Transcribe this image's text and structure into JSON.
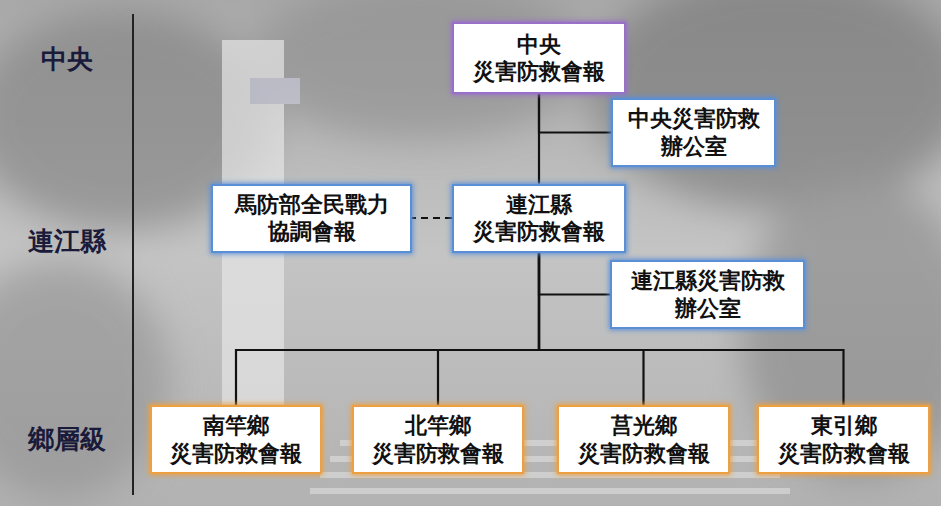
{
  "diagram": {
    "nodes": [
      {
        "text": [
          "中央 災害防救會報"
        ]
      },
      {
        "text": [
          "中央災害防救 辦公室"
        ]
      },
      {
        "text": [
          "馬防部全民戰力 協調會報"
        ]
      },
      {
        "text": [
          "連江縣 災害防救會報"
        ]
      },
      {
        "text": [
          "連江縣災害防救 辦公室"
        ]
      },
      {
        "text": [
          "南竿鄉 災害防救會報"
        ]
      },
      {
        "text": [
          "北竿鄉 災害防救會報"
        ]
      },
      {
        "text": [
          "莒光鄉 災害防救會報"
        ]
      },
      {
        "text": [
          "東引鄉 災害防救會報"
        ]
      }
    ],
    "edges": [
      {
        "from": 0,
        "to": 1,
        "arrow": "none"
      },
      {
        "from": 0,
        "to": 3,
        "arrow": "none"
      },
      {
        "from": 3,
        "to": 2,
        "arrow": "none"
      },
      {
        "from": 3,
        "to": 4,
        "arrow": "none"
      },
      {
        "from": 3,
        "to": 5,
        "arrow": "none"
      },
      {
        "from": 3,
        "to": 6,
        "arrow": "none"
      },
      {
        "from": 3,
        "to": 7,
        "arrow": "none"
      },
      {
        "from": 3,
        "to": 8,
        "arrow": "none"
      }
    ],
    "labels": [
      "中央",
      "連江縣",
      "鄉層級"
    ]
  }
}
